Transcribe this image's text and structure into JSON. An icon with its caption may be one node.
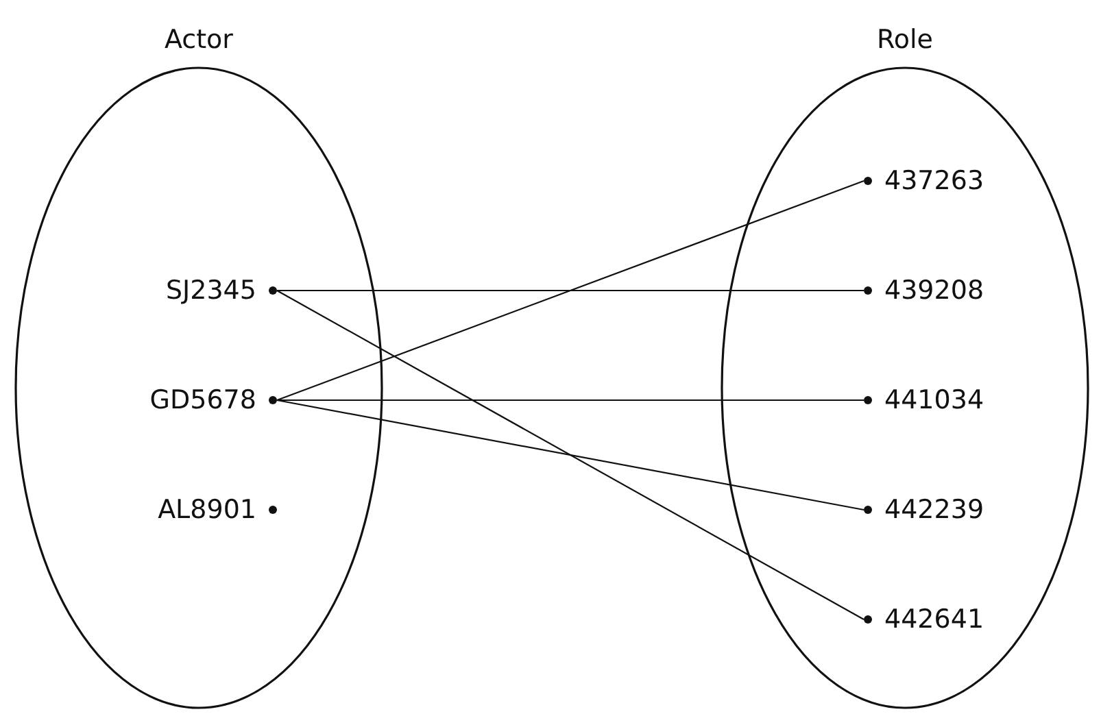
{
  "diagram": {
    "nodes": [
      {
        "text": [
          "Actor"
        ]
      },
      {
        "text": [
          "SJ2345"
        ],
        "in": 0
      },
      {
        "text": [
          "GD5678"
        ],
        "in": 0
      },
      {
        "text": [
          "AL8901"
        ],
        "in": 0
      },
      {
        "text": [
          "Role"
        ]
      },
      {
        "text": [
          "437263"
        ],
        "in": 4
      },
      {
        "text": [
          "439208"
        ],
        "in": 4
      },
      {
        "text": [
          "441034"
        ],
        "in": 4
      },
      {
        "text": [
          "442239"
        ],
        "in": 4
      },
      {
        "text": [
          "442641"
        ],
        "in": 4
      }
    ],
    "edges": [
      {
        "from": 1,
        "to": 6,
        "arrow": "none"
      },
      {
        "from": 1,
        "to": 9,
        "arrow": "none"
      },
      {
        "from": 2,
        "to": 5,
        "arrow": "none"
      },
      {
        "from": 2,
        "to": 7,
        "arrow": "none"
      },
      {
        "from": 2,
        "to": 8,
        "arrow": "none"
      }
    ]
  }
}
